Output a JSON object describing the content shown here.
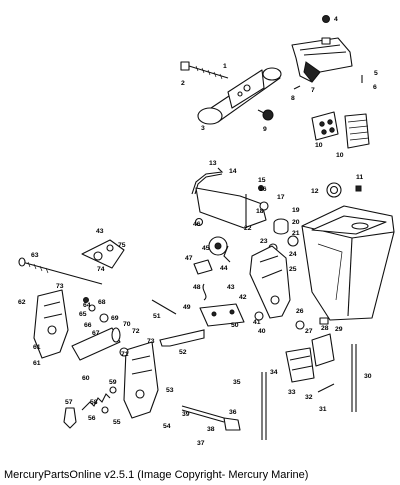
{
  "caption": "MercuryPartsOnline v2.5.1 (Image Copyright- Mercury Marine)",
  "callouts": [
    {
      "id": "c1",
      "text": "1"
    },
    {
      "id": "c2",
      "text": "2"
    },
    {
      "id": "c3",
      "text": "3"
    },
    {
      "id": "c4",
      "text": "4"
    },
    {
      "id": "c5",
      "text": "5"
    },
    {
      "id": "c6",
      "text": "6"
    },
    {
      "id": "c7",
      "text": "7"
    },
    {
      "id": "c8",
      "text": "8"
    },
    {
      "id": "c9",
      "text": "9"
    },
    {
      "id": "c10a",
      "text": "10"
    },
    {
      "id": "c10b",
      "text": "10"
    },
    {
      "id": "c11",
      "text": "11"
    },
    {
      "id": "c12",
      "text": "12"
    },
    {
      "id": "c13",
      "text": "13"
    },
    {
      "id": "c14",
      "text": "14"
    },
    {
      "id": "c15",
      "text": "15"
    },
    {
      "id": "c16",
      "text": "16"
    },
    {
      "id": "c17",
      "text": "17"
    },
    {
      "id": "c18",
      "text": "18"
    },
    {
      "id": "c19",
      "text": "19"
    },
    {
      "id": "c20",
      "text": "20"
    },
    {
      "id": "c21",
      "text": "21"
    },
    {
      "id": "c22",
      "text": "22"
    },
    {
      "id": "c23",
      "text": "23"
    },
    {
      "id": "c24",
      "text": "24"
    },
    {
      "id": "c25",
      "text": "25"
    },
    {
      "id": "c26",
      "text": "26"
    },
    {
      "id": "c27",
      "text": "27"
    },
    {
      "id": "c28",
      "text": "28"
    },
    {
      "id": "c29",
      "text": "29"
    },
    {
      "id": "c30",
      "text": "30"
    },
    {
      "id": "c31",
      "text": "31"
    },
    {
      "id": "c32",
      "text": "32"
    },
    {
      "id": "c33",
      "text": "33"
    },
    {
      "id": "c34",
      "text": "34"
    },
    {
      "id": "c35",
      "text": "35"
    },
    {
      "id": "c36",
      "text": "36"
    },
    {
      "id": "c37",
      "text": "37"
    },
    {
      "id": "c38",
      "text": "38"
    },
    {
      "id": "c39",
      "text": "39"
    },
    {
      "id": "c40",
      "text": "40"
    },
    {
      "id": "c41",
      "text": "41"
    },
    {
      "id": "c42",
      "text": "42"
    },
    {
      "id": "c43a",
      "text": "43"
    },
    {
      "id": "c43b",
      "text": "43"
    },
    {
      "id": "c44",
      "text": "44"
    },
    {
      "id": "c45",
      "text": "45"
    },
    {
      "id": "c46",
      "text": "46"
    },
    {
      "id": "c47",
      "text": "47"
    },
    {
      "id": "c48",
      "text": "48"
    },
    {
      "id": "c49",
      "text": "49"
    },
    {
      "id": "c50",
      "text": "50"
    },
    {
      "id": "c51",
      "text": "51"
    },
    {
      "id": "c52",
      "text": "52"
    },
    {
      "id": "c53",
      "text": "53"
    },
    {
      "id": "c54",
      "text": "54"
    },
    {
      "id": "c55",
      "text": "55"
    },
    {
      "id": "c56",
      "text": "56"
    },
    {
      "id": "c57",
      "text": "57"
    },
    {
      "id": "c58",
      "text": "58"
    },
    {
      "id": "c59",
      "text": "59"
    },
    {
      "id": "c60",
      "text": "60"
    },
    {
      "id": "c61a",
      "text": "61"
    },
    {
      "id": "c61b",
      "text": "61"
    },
    {
      "id": "c62",
      "text": "62"
    },
    {
      "id": "c63",
      "text": "63"
    },
    {
      "id": "c64",
      "text": "64"
    },
    {
      "id": "c65",
      "text": "65"
    },
    {
      "id": "c66",
      "text": "66"
    },
    {
      "id": "c67",
      "text": "67"
    },
    {
      "id": "c68",
      "text": "68"
    },
    {
      "id": "c69",
      "text": "69"
    },
    {
      "id": "c70",
      "text": "70"
    },
    {
      "id": "c71",
      "text": "71"
    },
    {
      "id": "c72",
      "text": "72"
    },
    {
      "id": "c73a",
      "text": "73"
    },
    {
      "id": "c73b",
      "text": "73"
    },
    {
      "id": "c74",
      "text": "74"
    },
    {
      "id": "c75",
      "text": "75"
    }
  ]
}
